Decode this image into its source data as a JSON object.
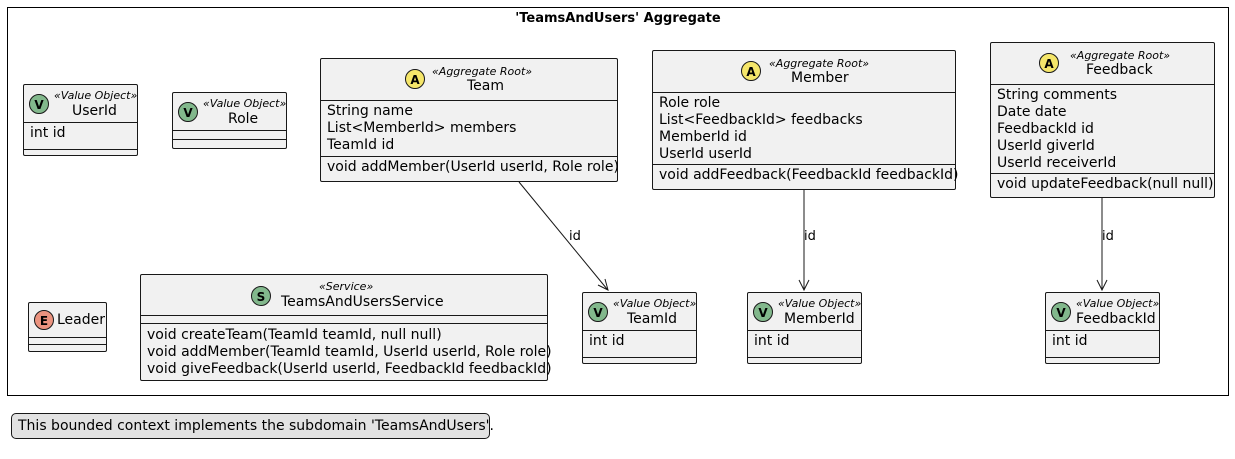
{
  "frame": {
    "title": "'TeamsAndUsers' Aggregate"
  },
  "classes": {
    "userid": {
      "badge": "V",
      "stereotype": "«Value Object»",
      "name": "UserId",
      "attributes": [
        "int id"
      ],
      "methods": []
    },
    "role": {
      "badge": "V",
      "stereotype": "«Value Object»",
      "name": "Role",
      "attributes": [],
      "methods": []
    },
    "team": {
      "badge": "A",
      "stereotype": "«Aggregate Root»",
      "name": "Team",
      "attributes": [
        "String name",
        "List<MemberId> members",
        "TeamId id"
      ],
      "methods": [
        "void addMember(UserId userId, Role role)"
      ]
    },
    "member": {
      "badge": "A",
      "stereotype": "«Aggregate Root»",
      "name": "Member",
      "attributes": [
        "Role role",
        "List<FeedbackId> feedbacks",
        "MemberId id",
        "UserId userId"
      ],
      "methods": [
        "void addFeedback(FeedbackId feedbackId)"
      ]
    },
    "feedback": {
      "badge": "A",
      "stereotype": "«Aggregate Root»",
      "name": "Feedback",
      "attributes": [
        "String comments",
        "Date date",
        "FeedbackId id",
        "UserId giverId",
        "UserId receiverId"
      ],
      "methods": [
        "void updateFeedback(null null)"
      ]
    },
    "leader": {
      "badge": "E",
      "name": "Leader"
    },
    "service": {
      "badge": "S",
      "stereotype": "«Service»",
      "name": "TeamsAndUsersService",
      "methods": [
        "void createTeam(TeamId teamId, null null)",
        "void addMember(TeamId teamId, UserId userId, Role role)",
        "void giveFeedback(UserId userId, FeedbackId feedbackId)"
      ]
    },
    "teamid": {
      "badge": "V",
      "stereotype": "«Value Object»",
      "name": "TeamId",
      "attributes": [
        "int id"
      ]
    },
    "memberid": {
      "badge": "V",
      "stereotype": "«Value Object»",
      "name": "MemberId",
      "attributes": [
        "int id"
      ]
    },
    "feedbackid": {
      "badge": "V",
      "stereotype": "«Value Object»",
      "name": "FeedbackId",
      "attributes": [
        "int id"
      ]
    }
  },
  "links": [
    {
      "from": "Team",
      "to": "TeamId",
      "label": "id"
    },
    {
      "from": "Member",
      "to": "MemberId",
      "label": "id"
    },
    {
      "from": "Feedback",
      "to": "FeedbackId",
      "label": "id"
    }
  ],
  "note": {
    "text": "This bounded context implements the subdomain 'TeamsAndUsers'."
  }
}
